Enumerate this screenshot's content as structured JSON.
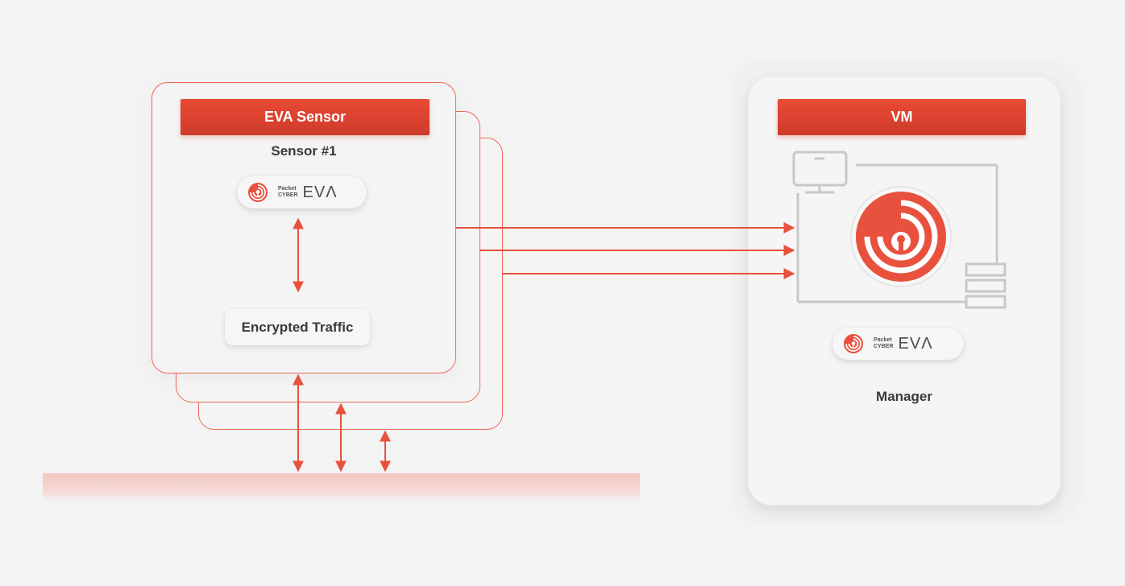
{
  "sensor": {
    "header": "EVA Sensor",
    "name": "Sensor #1",
    "traffic_label": "Encrypted Traffic"
  },
  "vm": {
    "header": "VM",
    "role_label": "Manager"
  },
  "logo": {
    "line1": "Packet",
    "line2": "CYBER",
    "word": "EVΛ"
  },
  "colors": {
    "accent": "#e8513e",
    "frame": "#ee6a57",
    "grey_icon": "#c8c8c8"
  }
}
